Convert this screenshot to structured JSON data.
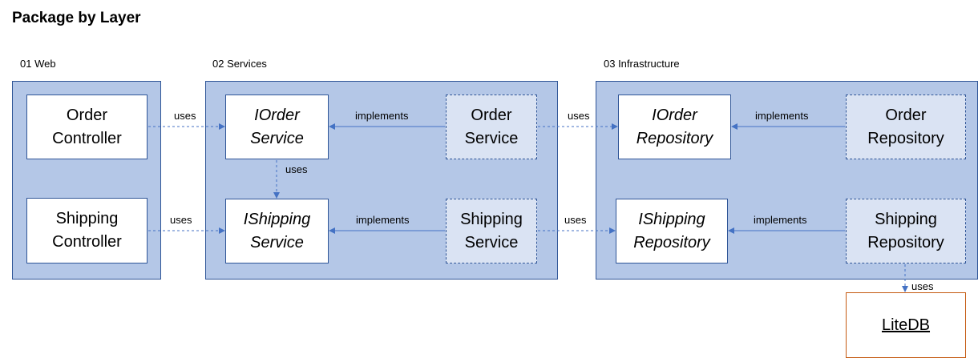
{
  "title": "Package by Layer",
  "layers": {
    "web": "01 Web",
    "services": "02 Services",
    "infrastructure": "03 Infrastructure"
  },
  "boxes": {
    "order_controller": "Order\nController",
    "shipping_controller": "Shipping\nController",
    "iorder_service": "IOrder\nService",
    "ishipping_service": "IShipping\nService",
    "order_service": "Order\nService",
    "shipping_service": "Shipping\nService",
    "iorder_repository": "IOrder\nRepository",
    "ishipping_repository": "IShipping\nRepository",
    "order_repository": "Order\nRepository",
    "shipping_repository": "Shipping\nRepository",
    "litedb": "LiteDB"
  },
  "edges": {
    "uses": "uses",
    "implements": "implements"
  },
  "colors": {
    "layer_fill": "#b4c7e7",
    "stroke": "#2f5597",
    "impl_fill": "#dae3f3",
    "arrow": "#4472c4",
    "db_border": "#c55a11"
  }
}
